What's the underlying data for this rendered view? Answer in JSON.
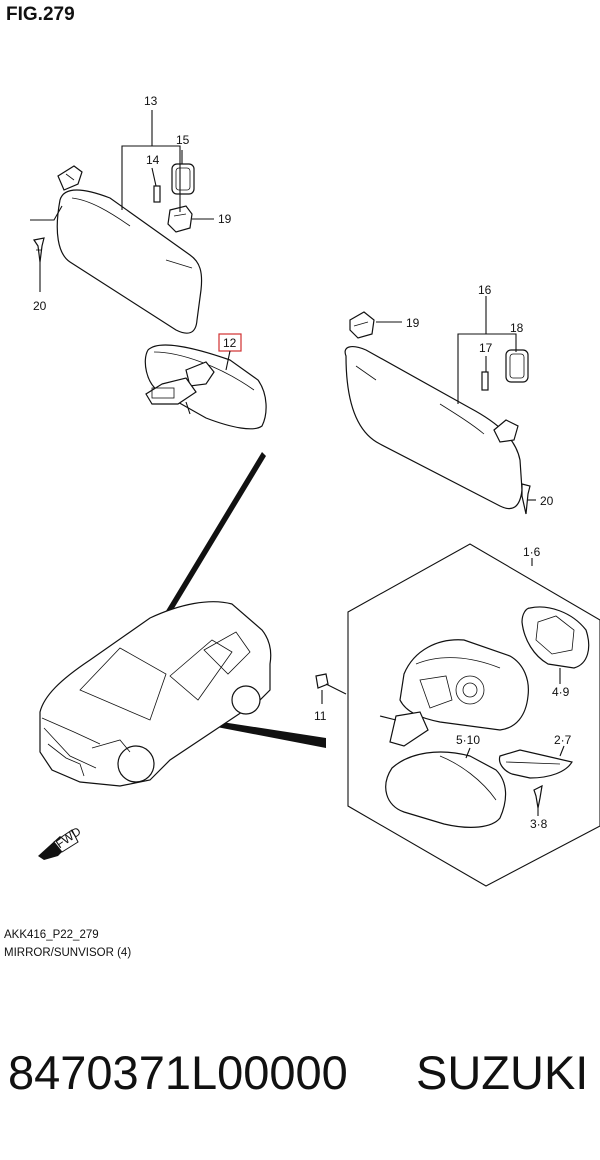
{
  "figure": {
    "title": "FIG.279",
    "caption_code": "AKK416_P22_279",
    "caption_name": "MIRROR/SUNVISOR (4)"
  },
  "callouts": [
    {
      "id": "c13",
      "label": "13"
    },
    {
      "id": "c15",
      "label": "15"
    },
    {
      "id": "c14",
      "label": "14"
    },
    {
      "id": "c19a",
      "label": "19"
    },
    {
      "id": "c20a",
      "label": "20"
    },
    {
      "id": "c12",
      "label": "12"
    },
    {
      "id": "c16",
      "label": "16"
    },
    {
      "id": "c19b",
      "label": "19"
    },
    {
      "id": "c17",
      "label": "17"
    },
    {
      "id": "c18",
      "label": "18"
    },
    {
      "id": "c20b",
      "label": "20"
    },
    {
      "id": "c16g",
      "label": "1·6"
    },
    {
      "id": "c49",
      "label": "4·9"
    },
    {
      "id": "c11",
      "label": "11"
    },
    {
      "id": "c510",
      "label": "5·10"
    },
    {
      "id": "c27",
      "label": "2·7"
    },
    {
      "id": "c38",
      "label": "3·8"
    }
  ],
  "fwd_label": "FWD",
  "highlight_color": "#d03030",
  "product": {
    "part_number": "8470371L00000",
    "brand": "SUZUKI"
  }
}
